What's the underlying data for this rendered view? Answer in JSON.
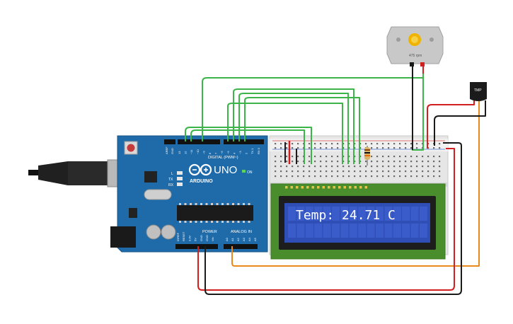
{
  "canvas": {
    "title": "Arduino temperature monitor circuit"
  },
  "arduino": {
    "brand": "ARDUINO",
    "model": "UNO",
    "on_label": "ON",
    "digital_label": "DIGITAL (PWM~)",
    "power_label": "POWER",
    "analog_label": "ANALOG IN",
    "pin_aref": "AREF",
    "pin_gnd": "GND",
    "digital_pins": [
      "13",
      "12",
      "~11",
      "~10",
      "~9",
      "8",
      "7",
      "~6",
      "~5",
      "4",
      "~3",
      "2",
      "TX 1",
      "RX 0"
    ],
    "power_pins": [
      "IOREF",
      "RESET",
      "3.3V",
      "5V",
      "GND",
      "GND",
      "Vin"
    ],
    "analog_pins": [
      "A0",
      "A1",
      "A2",
      "A3",
      "A4",
      "A5"
    ],
    "led_l": "L",
    "led_tx": "TX",
    "led_rx": "RX"
  },
  "motor": {
    "label": "475 rpm"
  },
  "sensor": {
    "label": "TMP"
  },
  "lcd": {
    "text": "Temp: 24.71 C"
  },
  "colors": {
    "wire_green": "#3cb548",
    "wire_red": "#d21f1f",
    "wire_black": "#1a1a1a",
    "wire_orange": "#e8891c",
    "board_blue": "#1f6aa8",
    "lcd_blue": "#2f4fb6",
    "lcd_text": "#ffffff",
    "pcb_green": "#4a8d2c"
  }
}
